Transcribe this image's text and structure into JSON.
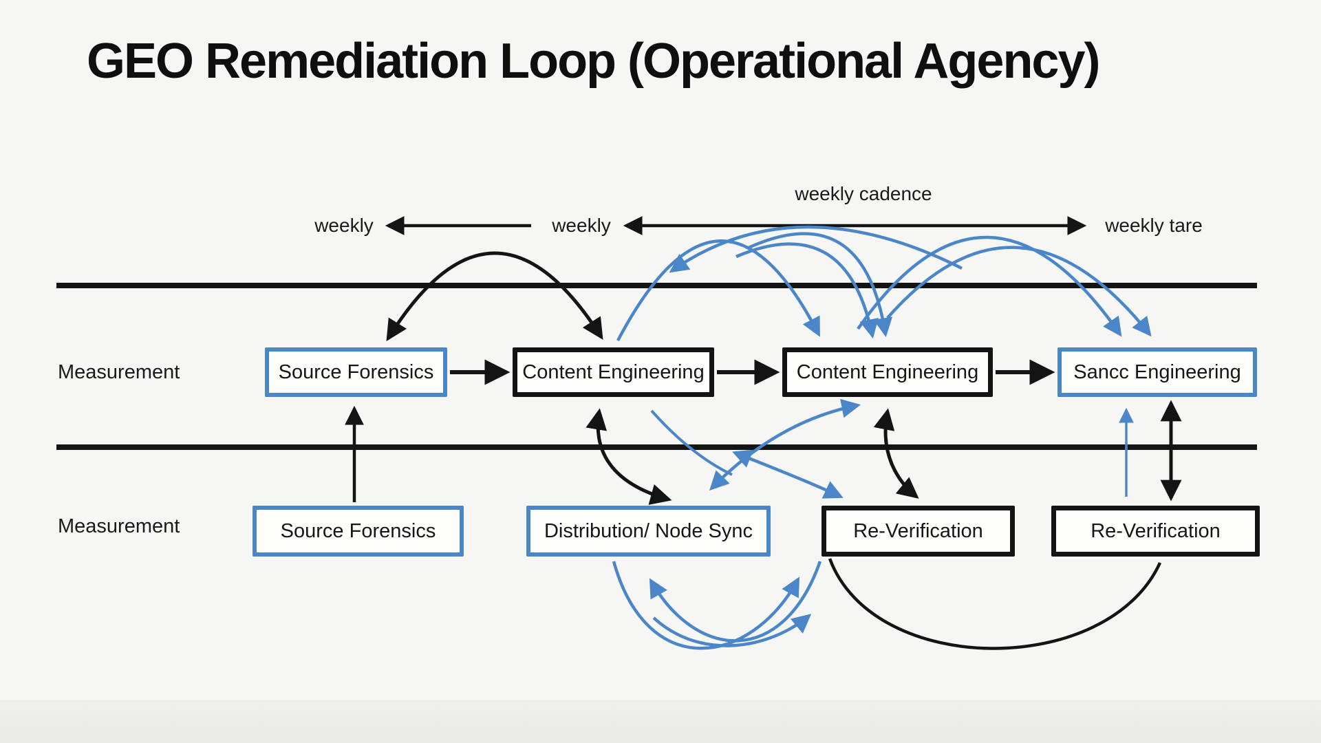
{
  "title": "GEO Remediation Loop (Operational Agency)",
  "colors": {
    "blue": "#4a86c8",
    "ink": "#141414",
    "background": "#f6f6f4"
  },
  "cadence_labels": {
    "left": "weekly",
    "mid": "weekly",
    "top": "weekly cadence",
    "right": "weekly tare"
  },
  "lane1": {
    "label": "Measurement",
    "nodes": [
      {
        "label": "Source Forensics",
        "accent": "blue"
      },
      {
        "label": "Content Engineering",
        "accent": "black"
      },
      {
        "label": "Content Engineering",
        "accent": "black"
      },
      {
        "label": "Sancc Engineering",
        "accent": "blue"
      }
    ]
  },
  "lane2": {
    "label": "Measurement",
    "nodes": [
      {
        "label": "Source Forensics",
        "accent": "blue"
      },
      {
        "label": "Distribution/ Node Sync",
        "accent": "blue"
      },
      {
        "label": "Re-Verification",
        "accent": "black"
      },
      {
        "label": "Re-Verification",
        "accent": "black"
      }
    ]
  }
}
